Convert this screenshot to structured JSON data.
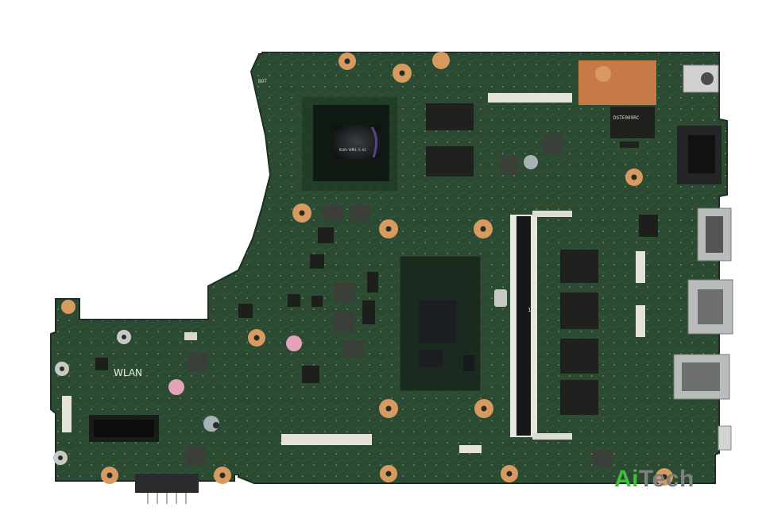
{
  "board": {
    "silkscreen": {
      "wlan": "WLAN",
      "bot": "BOT",
      "chip_markings": {
        "gpu": "N16V-GMR1-S-A2",
        "ic": "DSTE009RC",
        "ddr": "17"
      }
    }
  },
  "watermark": {
    "part_a": "Ai",
    "part_b": "Tech",
    "color_a": "#3fbf3a",
    "color_b": "#7f7f7f"
  },
  "colors": {
    "pcb": "#2b4a31",
    "pcb_dark": "#1f3a26",
    "gold": "#d79a60",
    "copper": "#c77a45",
    "chip": "#1e211e",
    "silver": "#b9bcbc"
  }
}
